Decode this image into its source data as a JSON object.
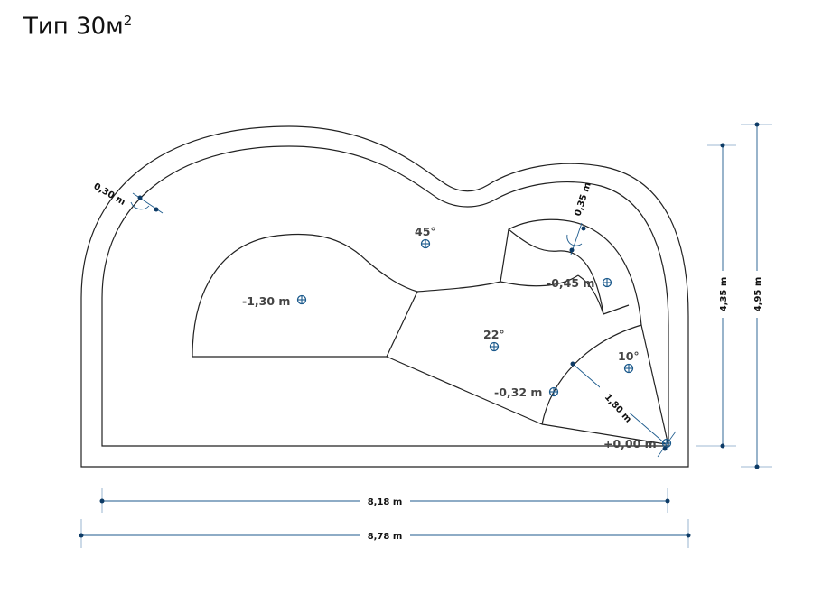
{
  "title": {
    "text": "Тип 30м",
    "sup": "2"
  },
  "dimensions": {
    "inner_width": "8,18 m",
    "outer_width": "8,78 m",
    "inner_height": "4,35 m",
    "outer_height": "4,95 m",
    "wall_thickness": "0,30 m",
    "step_width": "0,35 m",
    "radius": "1,80 m"
  },
  "levels": {
    "deep": "-1,30 m",
    "bench": "-0,45 m",
    "step": "-0,32 m",
    "entry": "+0,00 m"
  },
  "slopes": {
    "top": "45°",
    "middle": "22°",
    "fan": "10°"
  },
  "colors": {
    "dimension": "#1c5a8c",
    "outline": "#222222",
    "label": "#444444"
  }
}
